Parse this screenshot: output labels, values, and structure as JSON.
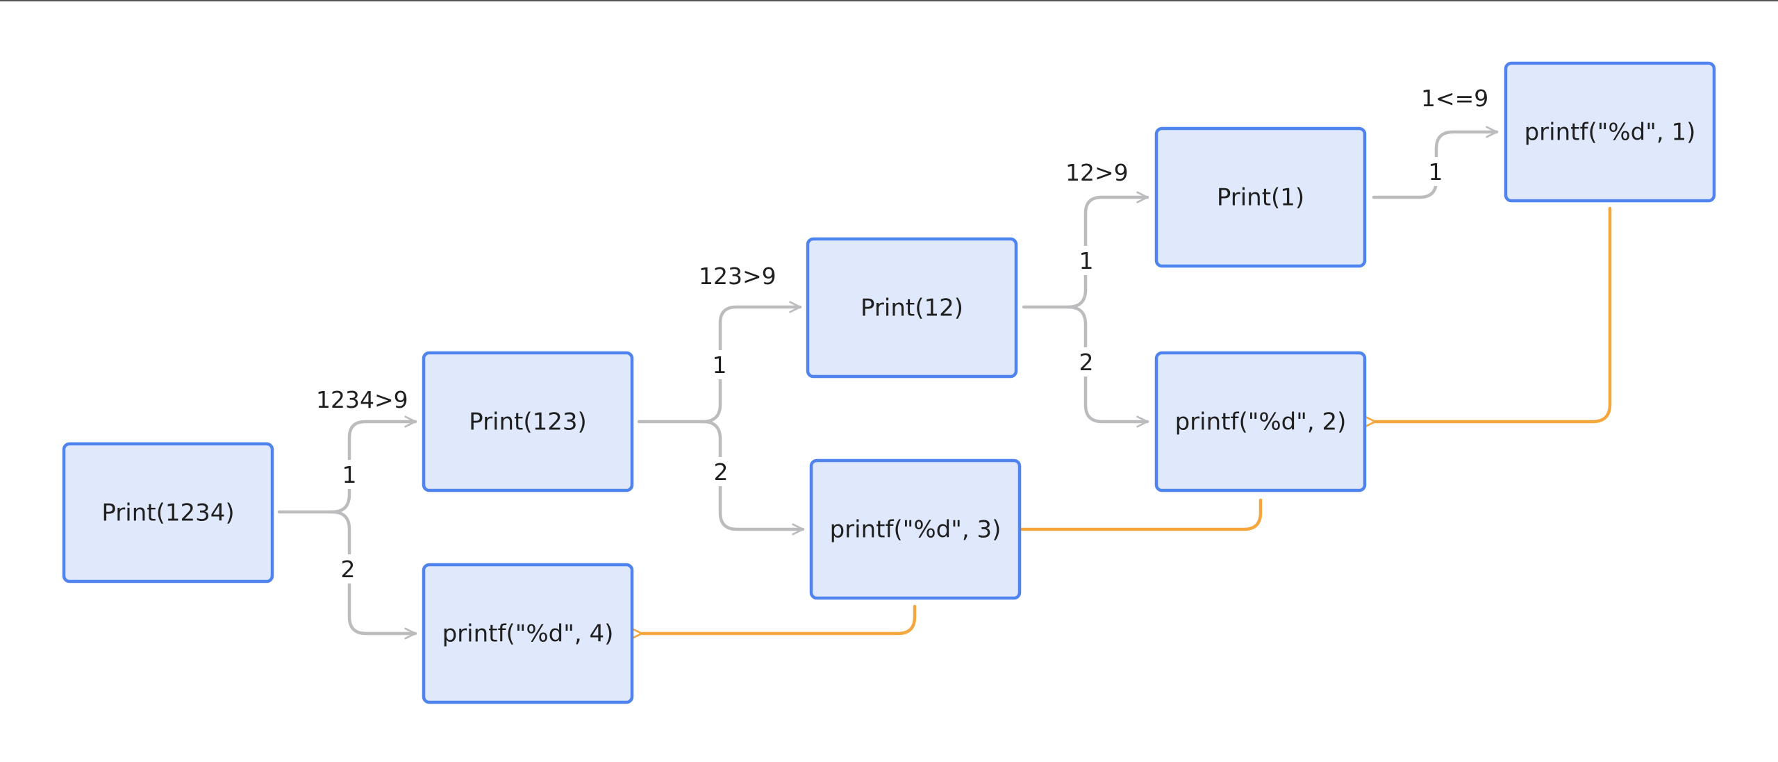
{
  "colors": {
    "node_fill": "#e0e8fb",
    "node_border": "#4f84ee",
    "call_edge": "#bcbcbf",
    "return_edge": "#f4a73e",
    "text": "#1f1f1f"
  },
  "nodes": {
    "print_1234": "Print(1234)",
    "print_123": "Print(123)",
    "print_12": "Print(12)",
    "print_1": "Print(1)",
    "printf_1": "printf(\"%d\", 1)",
    "printf_2": "printf(\"%d\", 2)",
    "printf_3": "printf(\"%d\", 3)",
    "printf_4": "printf(\"%d\", 4)"
  },
  "conditions": {
    "c1234": "1234>9",
    "c123": "123>9",
    "c12": "12>9",
    "c1": "1<=9"
  },
  "step_labels": {
    "one": "1",
    "two": "2"
  }
}
